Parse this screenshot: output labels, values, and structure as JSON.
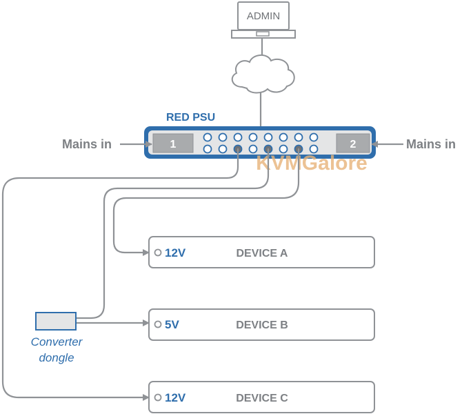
{
  "diagram": {
    "admin_label": "ADMIN",
    "psu_title": "RED PSU",
    "mains_left": "Mains in",
    "mains_right": "Mains in",
    "port_left": "1",
    "port_right": "2",
    "watermark": "KVMGalore",
    "converter_line1": "Converter",
    "converter_line2": "dongle",
    "devices": [
      {
        "voltage": "12V",
        "name": "DEVICE A"
      },
      {
        "voltage": "5V",
        "name": "DEVICE B"
      },
      {
        "voltage": "12V",
        "name": "DEVICE C"
      }
    ]
  },
  "colors": {
    "accent_blue": "#2f6eac",
    "line_gray": "#8f9296",
    "panel_fill": "#e4e5e6",
    "port_fill": "#a9abad",
    "watermark": "#e8b47a"
  }
}
